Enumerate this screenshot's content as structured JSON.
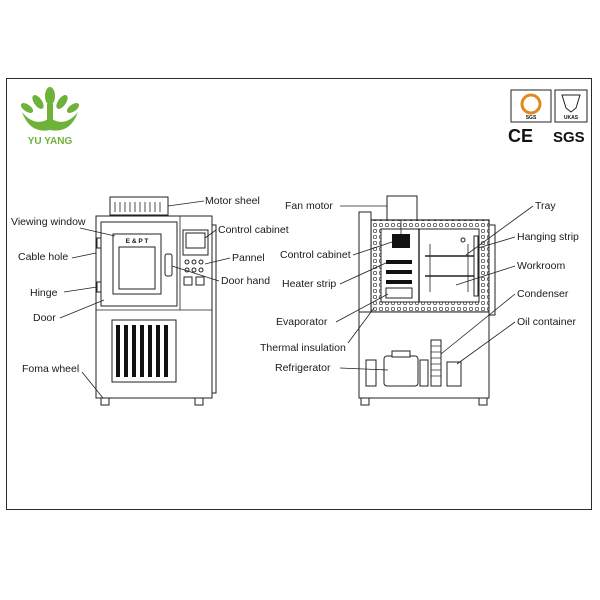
{
  "brand": {
    "name": "YU YANG",
    "color": "#6fb23a"
  },
  "certifications": {
    "badge_texts": [
      "SGS",
      "UKAS"
    ],
    "marks": [
      "CE",
      "SGS"
    ],
    "badge_accent": "#e08a1e"
  },
  "front_view_labels": {
    "viewing_window": "Viewing window",
    "cable_hole": "Cable hole",
    "hinge": "Hinge",
    "door": "Door",
    "foma_wheel": "Foma wheel",
    "motor_sheel": "Motor sheel",
    "control_cabinet": "Control cabinet",
    "pannel": "Pannel",
    "door_hand": "Door hand"
  },
  "section_view_labels": {
    "fan_motor": "Fan motor",
    "control_cabinet": "Control cabinet",
    "heater_strip": "Heater strip",
    "evaporator": "Evaporator",
    "thermal_insulation": "Thermal insulation",
    "refrigerator": "Refrigerator",
    "tray": "Tray",
    "hanging_strip": "Hanging strip",
    "workroom": "Workroom",
    "condenser": "Condenser",
    "oil_container": "Oil container"
  },
  "display_text": "E & P T",
  "colors": {
    "insulation_fill": "#d9d9d9",
    "line": "#222222"
  }
}
